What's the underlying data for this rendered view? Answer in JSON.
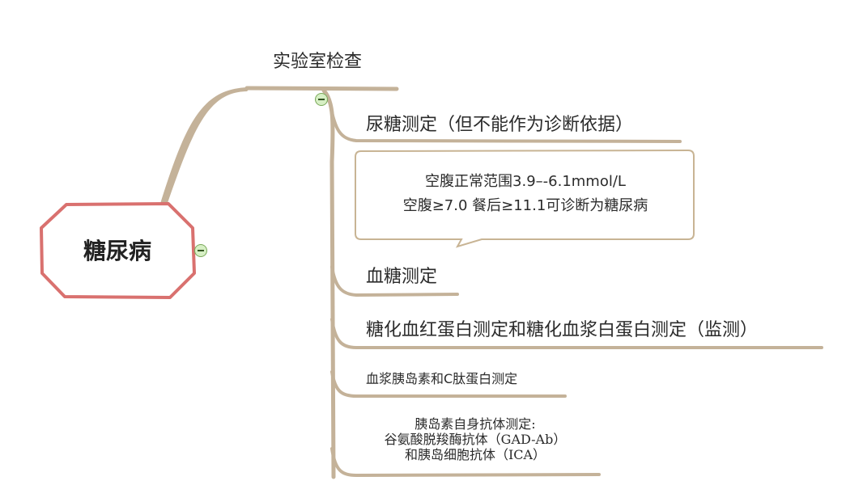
{
  "root": {
    "label": "糖尿病"
  },
  "branch": {
    "label": "实验室检查",
    "items": [
      {
        "label": "尿糖测定（但不能作为诊断依据）"
      },
      {
        "label": "血糖测定"
      },
      {
        "label": "糖化血红蛋白测定和糖化血浆白蛋白测定（监测）"
      },
      {
        "label": "血浆胰岛素和C肽蛋白测定"
      },
      {
        "lines": [
          "胰岛素自身抗体测定:",
          "谷氨酸脱羧酶抗体（GAD-Ab）",
          "和胰岛细胞抗体（ICA）"
        ]
      }
    ]
  },
  "callout": {
    "lines": [
      "空腹正常范围3.9–-6.1mmol/L",
      "空腹≥7.0  餐后≥11.1可诊断为糖尿病"
    ]
  },
  "colors": {
    "branch": "#c4b299",
    "root_border": "#d9716f",
    "callout_border": "#c8b494",
    "toggle_fill": "#d6efc4"
  }
}
